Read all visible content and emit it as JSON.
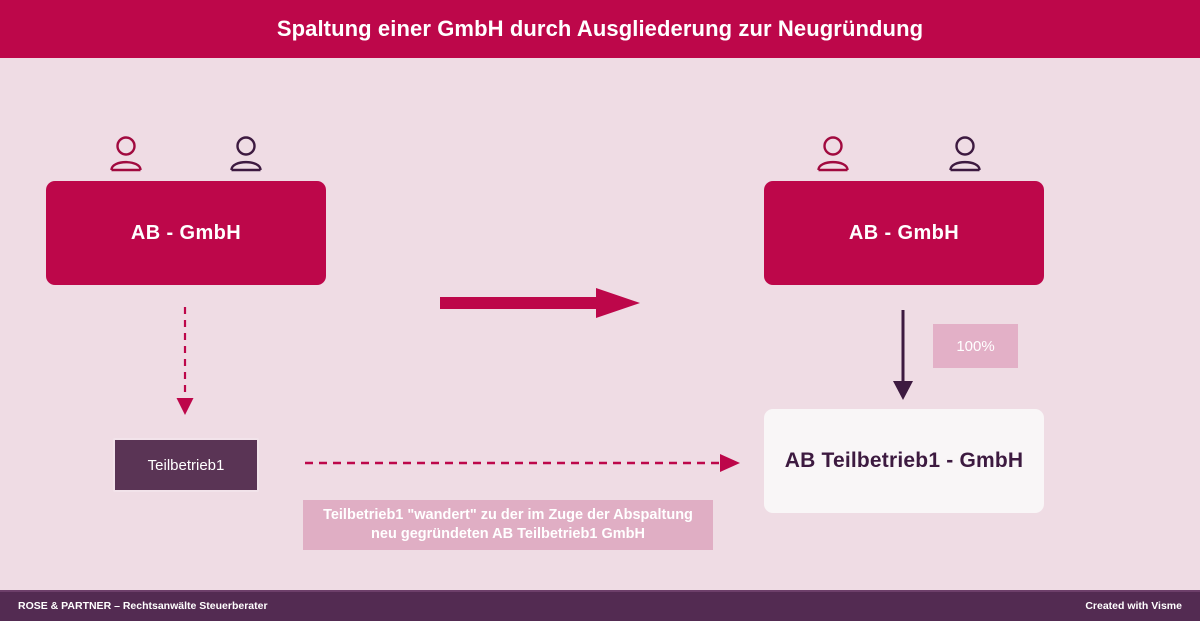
{
  "header": {
    "title": "Spaltung einer GmbH durch Ausgliederung zur Neugründung",
    "background_color": "#bd074a",
    "text_color": "#ffffff"
  },
  "canvas": {
    "background_color": "#efdce4"
  },
  "left_side": {
    "shareholders": [
      {
        "icon": "person-icon",
        "color": "#a10a3f"
      },
      {
        "icon": "person-icon",
        "color": "#3d1a40"
      }
    ],
    "company_box": {
      "label": "AB -  GmbH",
      "fill": "#bd074a",
      "text_color": "#ffffff"
    },
    "division_box": {
      "label": "Teilbetrieb1",
      "fill": "#5a3455",
      "border_color": "#f2e3ea",
      "text_color": "#ffffff"
    },
    "down_arrow": {
      "style": "dashed",
      "color": "#bd074a",
      "icon": "arrow-down-icon"
    }
  },
  "transform_arrow": {
    "icon": "arrow-right-icon",
    "style": "solid",
    "color": "#bd074a"
  },
  "right_side": {
    "shareholders": [
      {
        "icon": "person-icon",
        "color": "#a10a3f"
      },
      {
        "icon": "person-icon",
        "color": "#3d1a40"
      }
    ],
    "company_box": {
      "label": "AB -  GmbH",
      "fill": "#bd074a",
      "text_color": "#ffffff"
    },
    "ownership_badge": {
      "label": "100%",
      "fill": "#e3b0c7",
      "text_color": "#ffffff"
    },
    "down_arrow": {
      "style": "solid",
      "color": "#3d1a40",
      "icon": "arrow-down-icon"
    },
    "new_company_box": {
      "label": "AB Teilbetrieb1  - GmbH",
      "fill": "#f9f6f7",
      "text_color": "#3d1a40"
    }
  },
  "transfer_arrow": {
    "icon": "arrow-right-icon",
    "style": "dashed",
    "color": "#bd074a"
  },
  "caption": {
    "line1": "Teilbetrieb1 \"wandert\" zu der im Zuge der Abspaltung",
    "line2": "neu gegründeten AB Teilbetrieb1 GmbH",
    "fill": "#e0aec4",
    "text_color": "#ffffff"
  },
  "footer": {
    "left_text": "ROSE & PARTNER – Rechtsanwälte Steuerberater",
    "right_text": "Created with Visme",
    "background_color": "#532b52",
    "text_color": "#ffffff"
  }
}
